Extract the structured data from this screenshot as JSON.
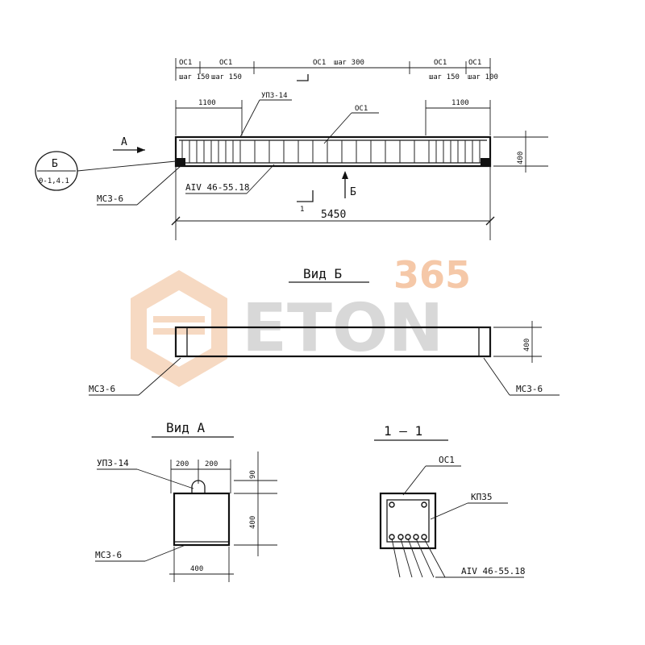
{
  "watermark": {
    "number": "365",
    "word": "ETON",
    "number_color": "#f5c8a8",
    "word_color": "#d8d8d8",
    "logo_color": "#f5d3b8"
  },
  "elevation": {
    "top_dims": {
      "left_end_rebar": "OC1",
      "left_end_pitch": "шаг 150",
      "left_rebar": "OC1",
      "left_pitch": "шаг 150",
      "middle_rebar": "OC1",
      "middle_pitch": "шаг 300",
      "right_rebar": "OC1",
      "right_pitch": "шаг 150",
      "right_end_rebar": "OC1",
      "right_end_pitch": "шаг 100"
    },
    "dim_1100_left": "1100",
    "dim_1100_right": "1100",
    "label_up": "УП3-14",
    "label_oc1": "OC1",
    "label_bottom_rebar": "AIV 46-55.18",
    "label_mc3": "МС3-6",
    "height": "400",
    "length": "5450",
    "view_a_arrow": "A",
    "view_b_arrow": "Б",
    "section_mark": "1",
    "callout_top": "Б",
    "callout_bottom": "0-1,4.1"
  },
  "view_b": {
    "title": "Вид Б",
    "label_left": "МС3-6",
    "label_right": "МС3-6",
    "height": "400"
  },
  "view_a": {
    "title": "Вид А",
    "label_up": "УП3-14",
    "dim_200_left": "200",
    "dim_200_right": "200",
    "dim_90": "90",
    "dim_400_h": "400",
    "dim_400_w": "400",
    "label_mc3": "МС3-6"
  },
  "section": {
    "title": "1 — 1",
    "label_oc1": "OC1",
    "label_kp": "КП35",
    "label_rebar": "AIV 46-55.18"
  }
}
